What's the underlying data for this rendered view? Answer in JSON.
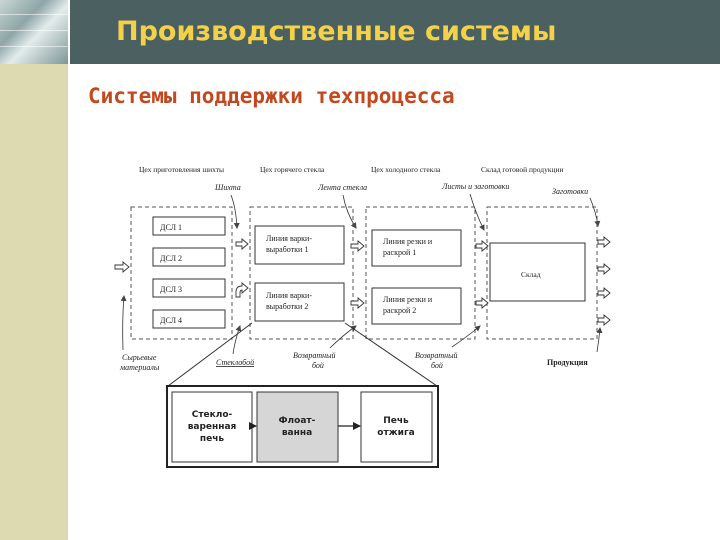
{
  "header": {
    "title": "Производственные системы"
  },
  "slide": {
    "subtitle": "Системы поддержки техпроцесса"
  },
  "diagram": {
    "top_labels": {
      "batch_shop": "Цех приготовления шихты",
      "hot_shop": "Цех горячего стекла",
      "cold_shop": "Цех холодного стекла",
      "warehouse_shop": "Склад готовой продукции"
    },
    "flow_labels": {
      "batch": "Шихта",
      "glass_ribbon": "Лента стекла",
      "sheets": "Листы и заготовки",
      "blanks": "Заготовки"
    },
    "dsl": [
      "ДСЛ 1",
      "ДСЛ 2",
      "ДСЛ 3",
      "ДСЛ 4"
    ],
    "melt_lines": [
      {
        "l1": "Линия варки-",
        "l2": "выработки 1"
      },
      {
        "l1": "Линия варки-",
        "l2": "выработки 2"
      }
    ],
    "cut_lines": [
      {
        "l1": "Линия резки и",
        "l2": "раскрой 1"
      },
      {
        "l1": "Линия резки и",
        "l2": "раскрой 2"
      }
    ],
    "warehouse": "Склад",
    "bottom_labels": {
      "raw1": "Сырьевые",
      "raw2": "материалы",
      "cullet": "Стеклобой",
      "ret1_l1": "Возвратный",
      "ret1_l2": "бой",
      "ret2_l1": "Возвратный",
      "ret2_l2": "бой",
      "product": "Продукция"
    },
    "detail": {
      "furnace": [
        "Стекло-",
        "варенная",
        "печь"
      ],
      "float_bath": [
        "Флоат-",
        "ванна"
      ],
      "lehr": [
        "Печь",
        "отжига"
      ]
    }
  }
}
